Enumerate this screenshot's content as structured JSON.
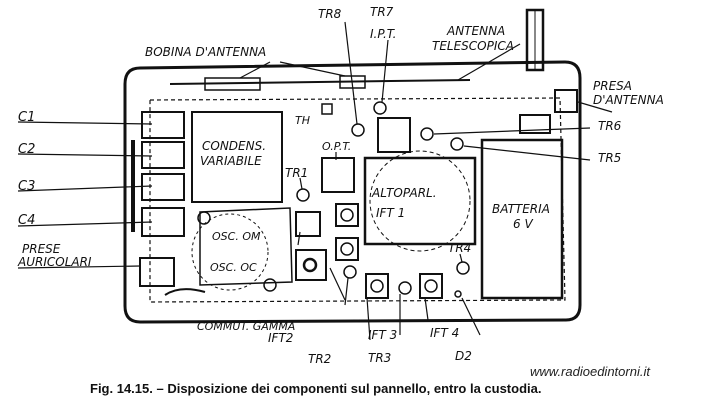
{
  "labels": {
    "tr8": "TR8",
    "tr7": "TR7",
    "ipt": "I.P.T.",
    "antenna_line1": "ANTENNA",
    "antenna_line2": "TELESCOPICA",
    "bobina": "BOBINA D'ANTENNA",
    "presa_line1": "PRESA",
    "presa_line2": "D'ANTENNA",
    "c1": "C1",
    "c2": "C2",
    "c3": "C3",
    "c4": "C4",
    "condens_line1": "CONDENS.",
    "condens_line2": "VARIABILE",
    "th": "TH",
    "opt": "O.P.T.",
    "tr6": "TR6",
    "tr5": "TR5",
    "tr1": "TR1",
    "altoparl": "ALTOPARL.",
    "ift1": "IFT 1",
    "batteria_line1": "BATTERIA",
    "batteria_line2": "6 V",
    "osc_om": "OSC. OM",
    "osc_oc": "OSC. OC",
    "prese_line1": "PRESE",
    "prese_line2": "AURICOLARI",
    "tr4": "TR4",
    "commut": "COMMUT. GAMMA",
    "ift2": "IFT2",
    "ift3": "IFT 3",
    "ift4": "IFT 4",
    "tr2": "TR2",
    "tr3": "TR3",
    "d2": "D2"
  },
  "caption": "Fig. 14.15. – Disposizione dei componenti sul pannello, entro la custodia.",
  "watermark": "www.radioedintorni.it"
}
